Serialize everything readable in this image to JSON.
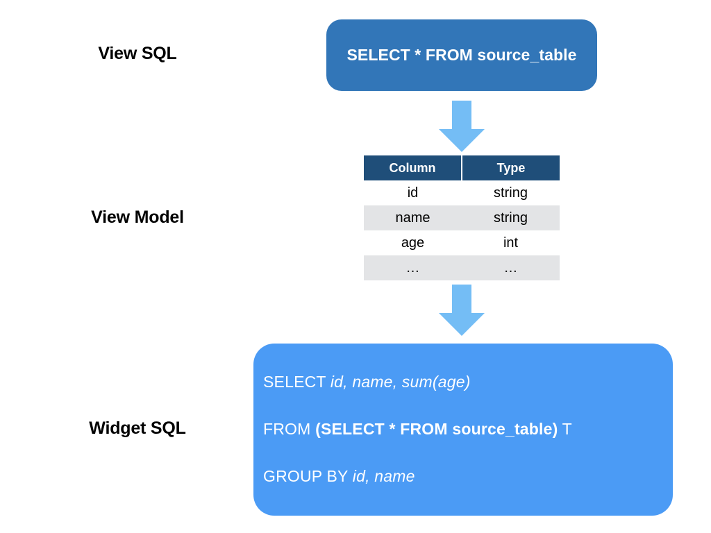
{
  "diagram": {
    "title": "View SQL to View Model to Widget SQL",
    "colors": {
      "view_sql_box": "#3276b8",
      "widget_sql_box": "#4b9bf5",
      "arrow": "#74bdf5",
      "table_header": "#1f4e79",
      "table_row_alt": "#e3e4e6",
      "text_dark": "#000000",
      "text_light": "#ffffff"
    }
  },
  "labels": {
    "view_sql": "View SQL",
    "view_model": "View Model",
    "widget_sql": "Widget SQL"
  },
  "view_sql": {
    "statement": "SELECT * FROM source_table"
  },
  "arrows": {
    "top": "down-arrow",
    "bottom": "down-arrow"
  },
  "view_model": {
    "headers": [
      "Column",
      "Type"
    ],
    "rows": [
      {
        "column": "id",
        "type": "string"
      },
      {
        "column": "name",
        "type": "string"
      },
      {
        "column": "age",
        "type": "int"
      },
      {
        "column": "…",
        "type": "…"
      }
    ]
  },
  "widget_sql": {
    "line1": {
      "keyword": "SELECT ",
      "expression": "id, name, sum(age)"
    },
    "line2": {
      "keyword": "FROM ",
      "subquery": "(SELECT * FROM source_table)",
      "alias": " T"
    },
    "line3": {
      "keyword": "GROUP BY ",
      "expression": "id, name"
    }
  }
}
